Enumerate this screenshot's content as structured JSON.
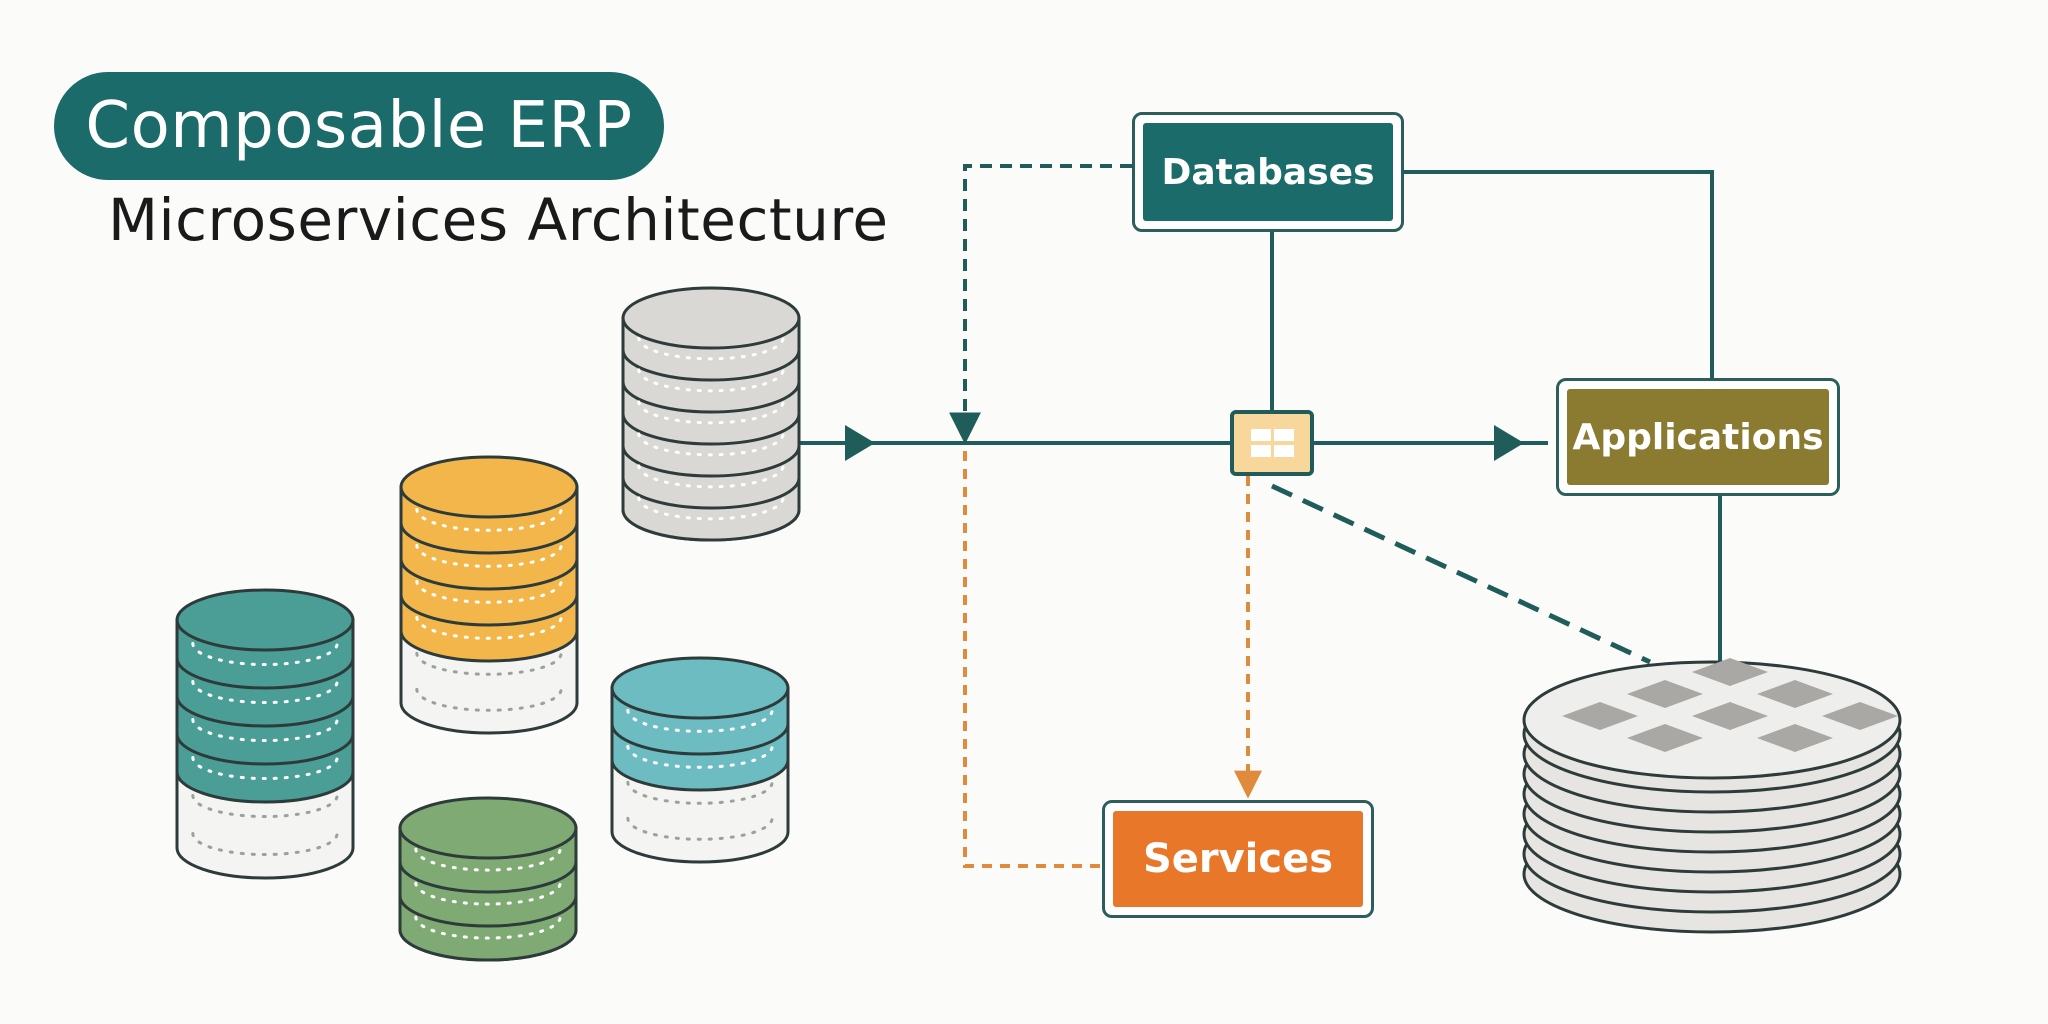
{
  "title": "Composable ERP",
  "subtitle": "Microservices Architecture",
  "nodes": {
    "databases": "Databases",
    "applications": "Applications",
    "services": "Services"
  },
  "colors": {
    "teal_dark": "#1a6b69",
    "teal": "#4a9e96",
    "teal_light": "#6dbcc2",
    "amber": "#f2b64a",
    "green": "#7faa73",
    "gray": "#d9d8d5",
    "olive": "#8a7b30",
    "orange": "#e8772a",
    "line": "#1f5c5a",
    "dashed_orange": "#e08a3c"
  },
  "icons": {
    "hub": "hub-grid-icon",
    "arrow": "arrow-head-icon"
  }
}
